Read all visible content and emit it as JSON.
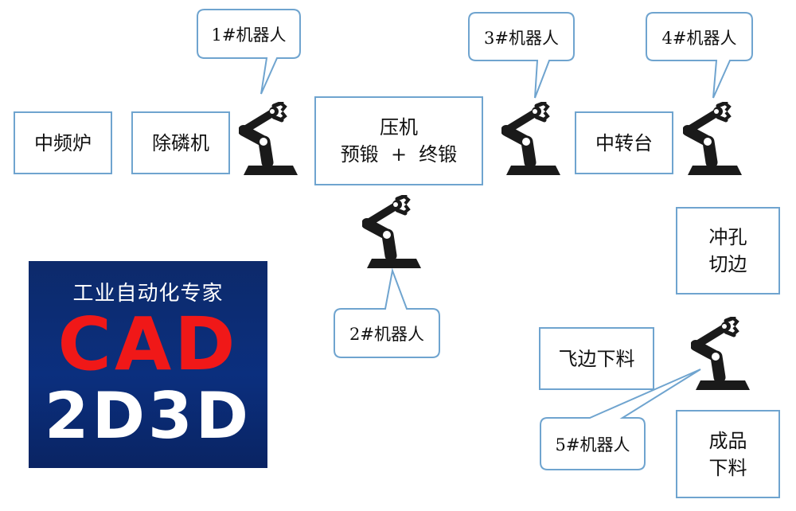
{
  "stations": {
    "mid_freq_furnace": [
      "中频炉"
    ],
    "descaler": [
      "除磷机"
    ],
    "press": [
      "压机",
      "预锻  +  终锻"
    ],
    "mid_turntable": [
      "中转台"
    ],
    "punch_trim": [
      "冲孔",
      "切边"
    ],
    "flash_unload": [
      "飞边下料"
    ],
    "product_unload": [
      "成品",
      "下料"
    ]
  },
  "robots": {
    "r1": "1#机器人",
    "r2": "2#机器人",
    "r3": "3#机器人",
    "r4": "4#机器人",
    "r5": "5#机器人"
  },
  "logo": {
    "subtitle": "工业自动化专家",
    "line1": "CAD",
    "line2": "2D3D"
  },
  "colors": {
    "box_border": "#6fa4cf",
    "robot": "#1a1a1a",
    "logo_bg": "#0b2f7e",
    "logo_red": "#f01818"
  }
}
